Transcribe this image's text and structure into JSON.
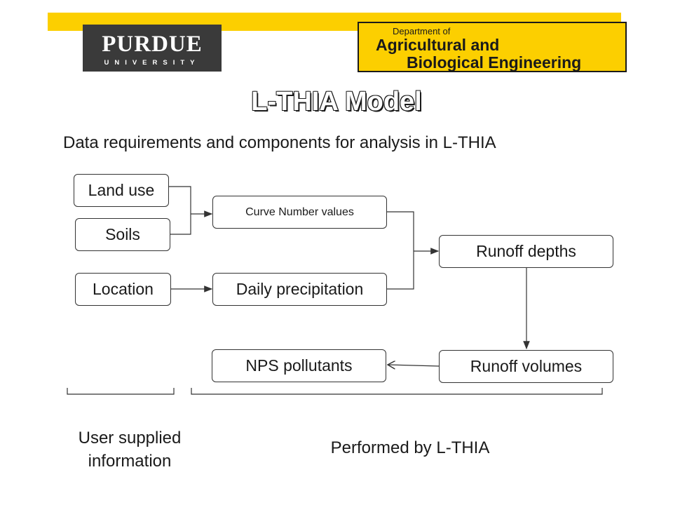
{
  "header": {
    "purdue_logo_main": "PURDUE",
    "purdue_logo_sub": "UNIVERSITY",
    "dept_line1": "Department of",
    "dept_line2": "Agricultural and",
    "dept_line3": "Biological Engineering"
  },
  "title": "L-THIA Model",
  "subtitle": "Data requirements and components for analysis in L-THIA",
  "nodes": {
    "land_use": "Land use",
    "soils": "Soils",
    "location": "Location",
    "curve_number": "Curve Number values",
    "daily_precip": "Daily precipitation",
    "runoff_depths": "Runoff depths",
    "runoff_volumes": "Runoff volumes",
    "nps_pollutants": "NPS pollutants"
  },
  "labels": {
    "user_supplied_line1": "User supplied",
    "user_supplied_line2": "information",
    "performed_by": "Performed by L-THIA"
  }
}
